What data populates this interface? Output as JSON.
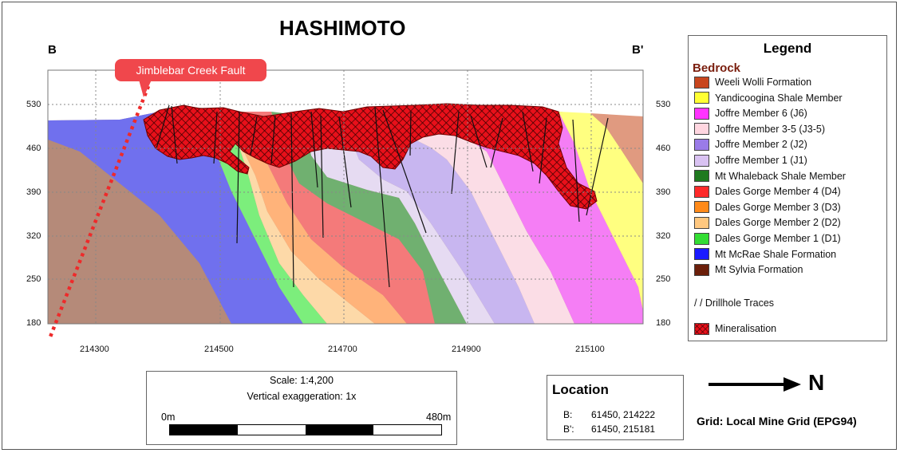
{
  "title": "HASHIMOTO",
  "section_left": "B",
  "section_right": "B'",
  "fault_label": "Jimblebar Creek Fault",
  "y_ticks": [
    "530",
    "460",
    "390",
    "320",
    "250",
    "180"
  ],
  "x_ticks": [
    "214300",
    "214500",
    "214700",
    "214900",
    "215100"
  ],
  "legend": {
    "title": "Legend",
    "subtitle": "Bedrock",
    "items": [
      {
        "label": "Weeli Wolli Formation",
        "color": "#c8461e"
      },
      {
        "label": "Yandicoogina Shale Member",
        "color": "#ffff33"
      },
      {
        "label": "Joffre Member 6 (J6)",
        "color": "#ff33ff"
      },
      {
        "label": "Joffre Member 3-5 (J3-5)",
        "color": "#ffd6e0"
      },
      {
        "label": "Joffre Member 2 (J2)",
        "color": "#9a7be8"
      },
      {
        "label": "Joffre Member 1 (J1)",
        "color": "#d9c2f2"
      },
      {
        "label": "Mt Whaleback Shale Member",
        "color": "#1f7a1f"
      },
      {
        "label": "Dales Gorge Member 4 (D4)",
        "color": "#ff2a2a"
      },
      {
        "label": "Dales Gorge Member 3 (D3)",
        "color": "#ff8a1a"
      },
      {
        "label": "Dales Gorge Member 2 (D2)",
        "color": "#ffc880"
      },
      {
        "label": "Dales Gorge Member 1 (D1)",
        "color": "#33dd33"
      },
      {
        "label": "Mt McRae Shale Formation",
        "color": "#1a1aff"
      },
      {
        "label": "Mt Sylvia Formation",
        "color": "#6b1f0a"
      }
    ],
    "drillhole_label": "/ /  Drillhole Traces",
    "mineral_label": "Mineralisation"
  },
  "scale": {
    "scale_text": "Scale: 1:4,200",
    "exaggeration_text": "Vertical exaggeration: 1x",
    "start_label": "0m",
    "end_label": "480m"
  },
  "location": {
    "title": "Location",
    "b_label": "B:",
    "b_value": "61450, 214222",
    "bp_label": "B':",
    "bp_value": "61450, 215181"
  },
  "north_label": "N",
  "grid_text": "Grid: Local Mine Grid (EPG94)"
}
